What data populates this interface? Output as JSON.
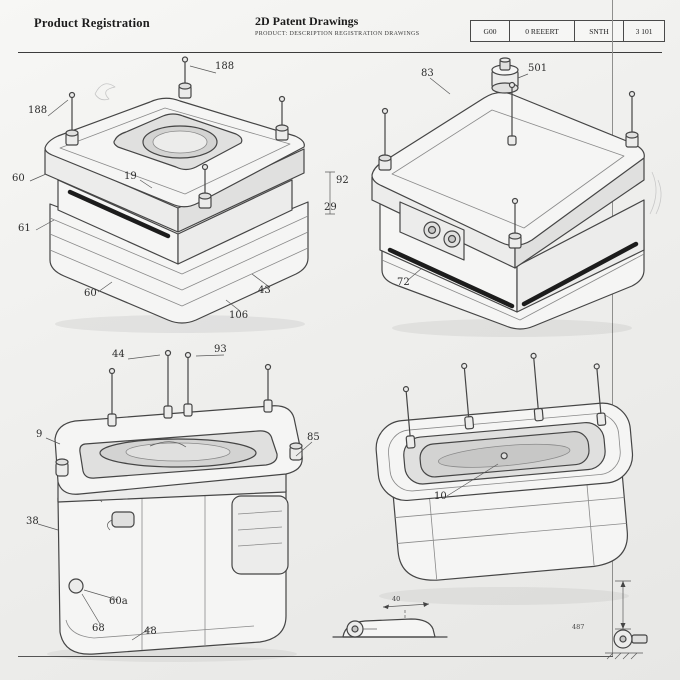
{
  "header": {
    "title_left": "Product Registration",
    "title_center": "2D Patent Drawings",
    "subtitle_center": "PRODUCT: DESCRIPTION REGISTRATION DRAWINGS",
    "table_cells": [
      "G00",
      "0 REEERT",
      "SNTH",
      "3 101"
    ]
  },
  "style": {
    "paper": "#f2f2f0",
    "ink": "#454545",
    "accent_dark": "#1c1c1c"
  },
  "figures": {
    "fig1": {
      "labels": [
        {
          "text": "188"
        },
        {
          "text": "188"
        },
        {
          "text": "60"
        },
        {
          "text": "61"
        },
        {
          "text": "19"
        },
        {
          "text": "92"
        },
        {
          "text": "29"
        },
        {
          "text": "60"
        },
        {
          "text": "43"
        },
        {
          "text": "106"
        }
      ]
    },
    "fig2": {
      "labels": [
        {
          "text": "83"
        },
        {
          "text": "501"
        },
        {
          "text": "72"
        }
      ]
    },
    "fig3": {
      "labels": [
        {
          "text": "44"
        },
        {
          "text": "93"
        },
        {
          "text": "9"
        },
        {
          "text": "85"
        },
        {
          "text": "38"
        },
        {
          "text": "60a"
        },
        {
          "text": "68"
        },
        {
          "text": "48"
        }
      ]
    },
    "fig4": {
      "labels": [
        {
          "text": "10"
        }
      ]
    },
    "detail_center": {
      "labels": [
        {
          "text": "40"
        }
      ]
    },
    "detail_right": {
      "labels": [
        {
          "text": "487"
        }
      ]
    }
  }
}
